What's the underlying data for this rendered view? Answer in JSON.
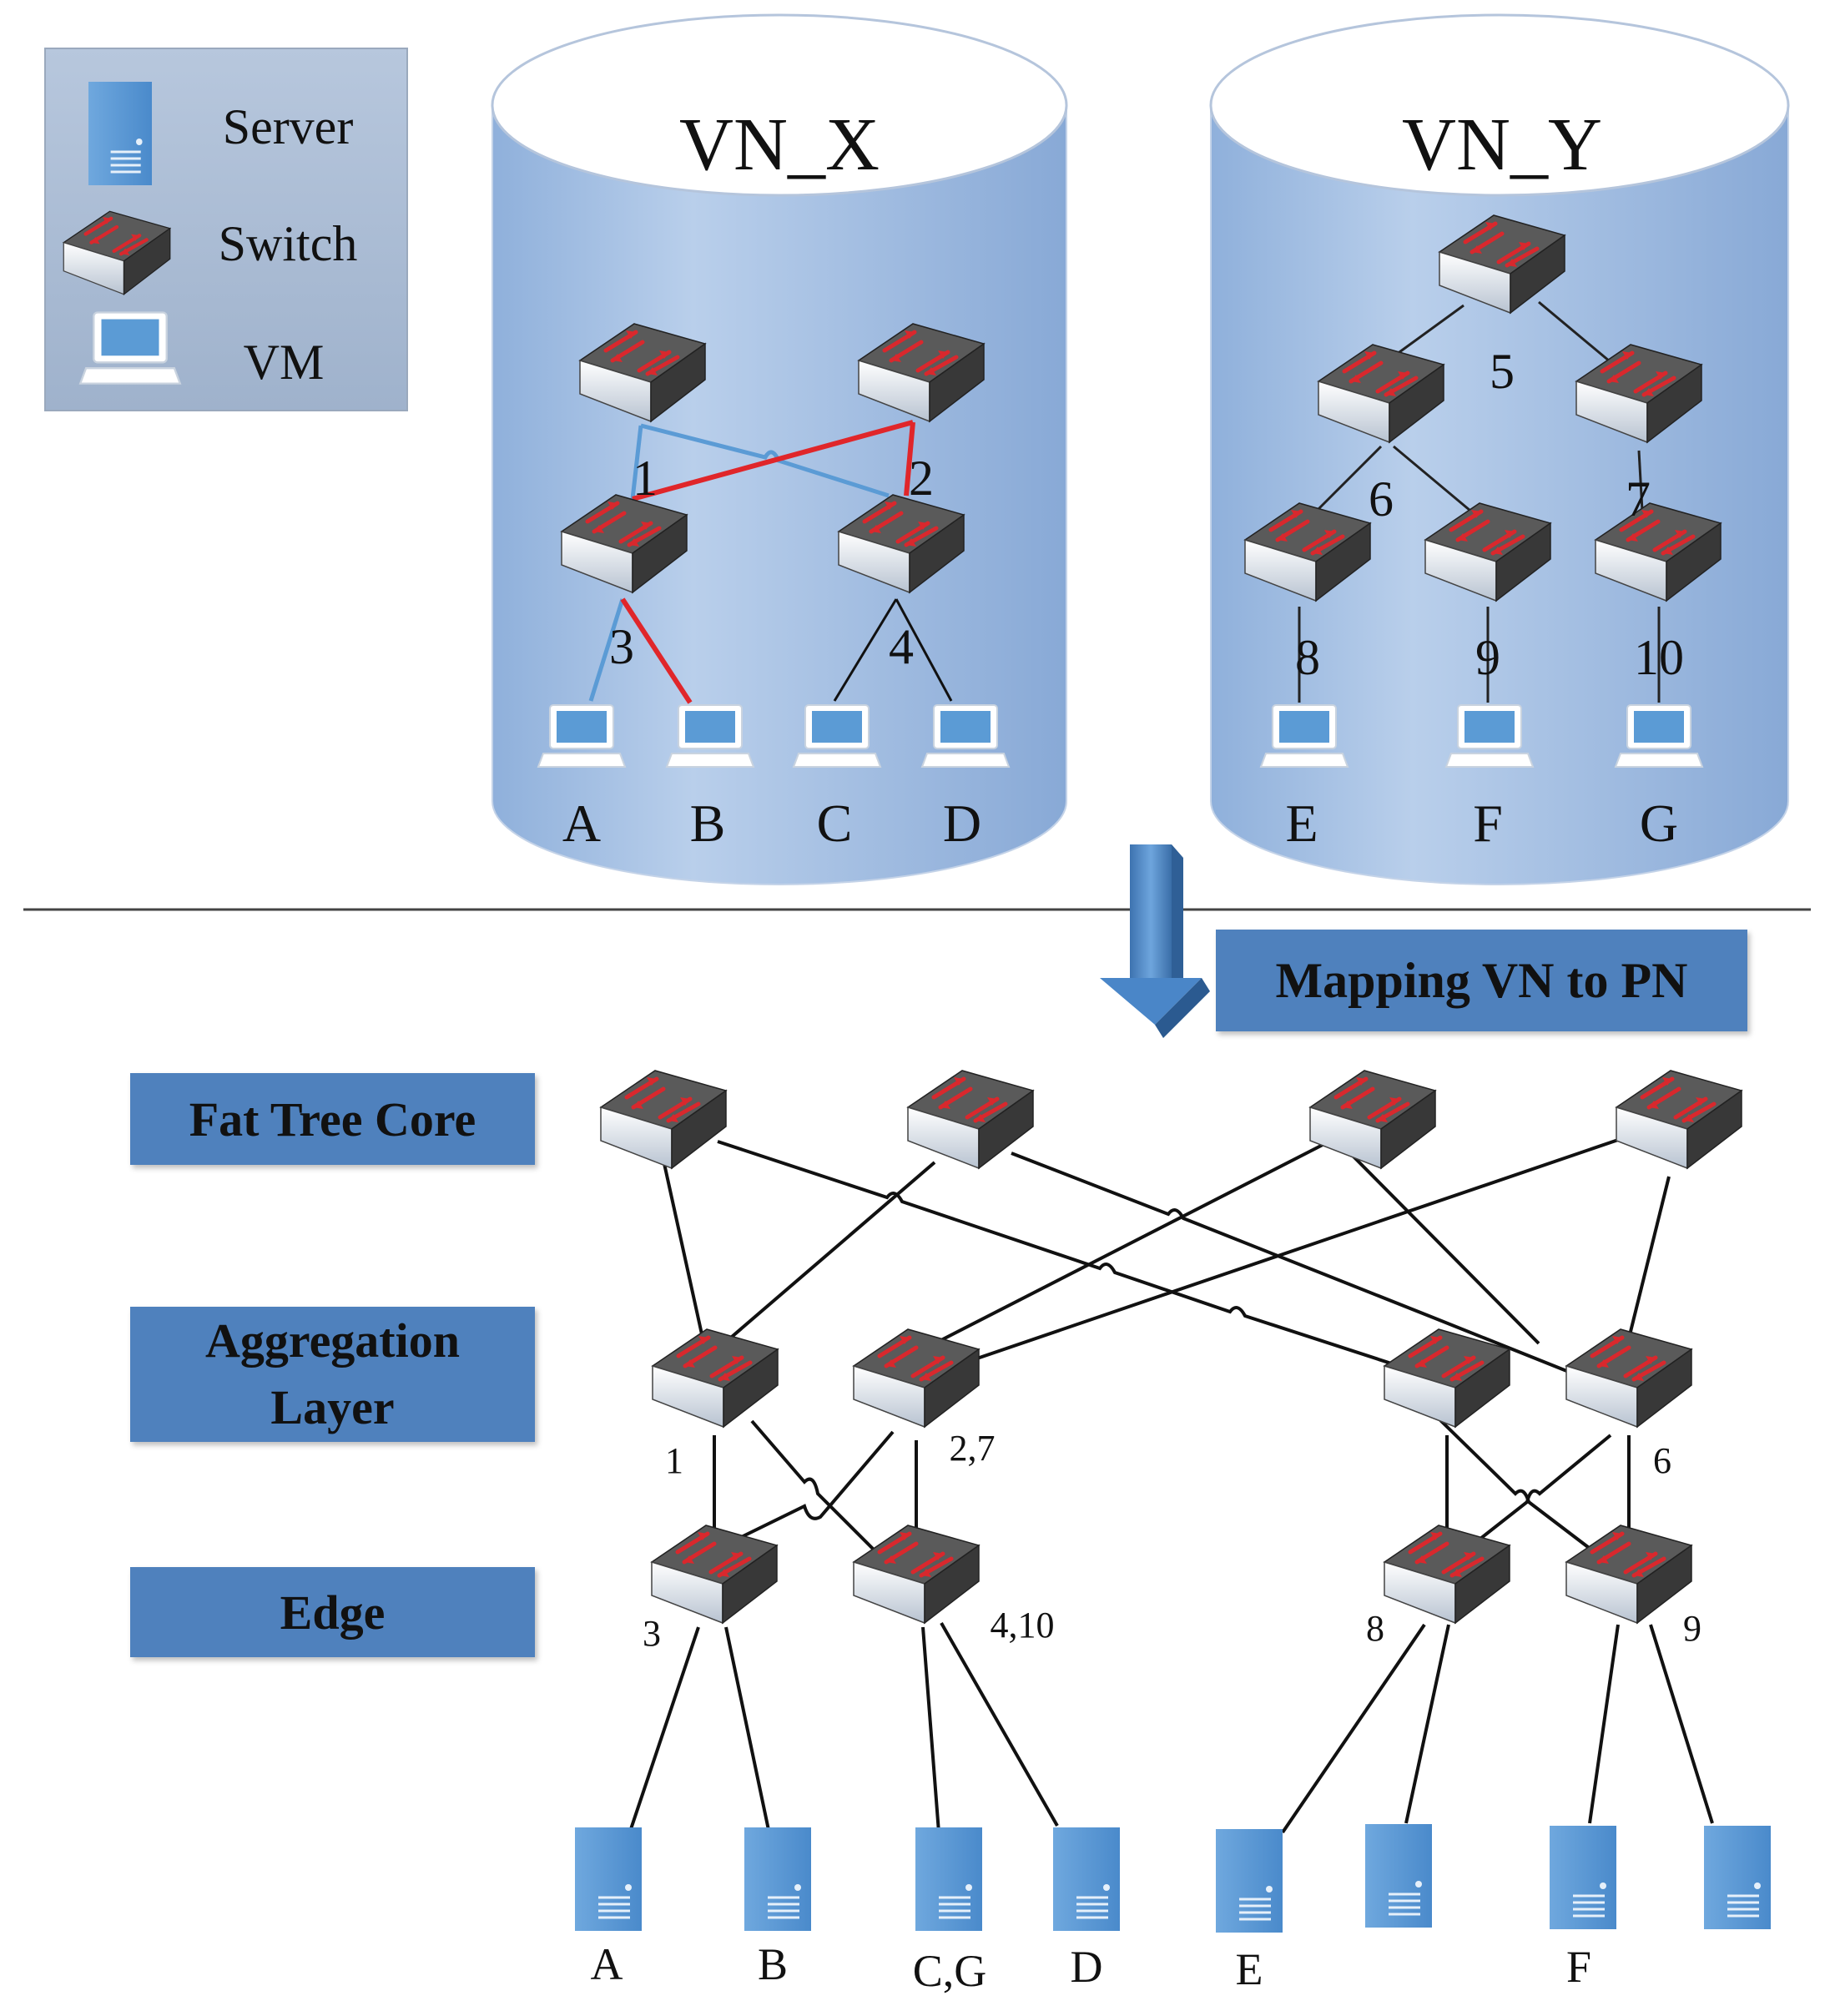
{
  "legend": [
    {
      "icon": "server-icon",
      "label": "Server"
    },
    {
      "icon": "switch-icon",
      "label": "Switch"
    },
    {
      "icon": "vm-icon",
      "label": "VM"
    }
  ],
  "vn_x": {
    "title": "VN_X",
    "link_labels": [
      "1",
      "2",
      "3",
      "4"
    ],
    "vm_labels": [
      "A",
      "B",
      "C",
      "D"
    ]
  },
  "vn_y": {
    "title": "VN_Y",
    "link_labels": [
      "5",
      "6",
      "7",
      "8",
      "9",
      "10"
    ],
    "vm_labels": [
      "E",
      "F",
      "G"
    ]
  },
  "mapping_label": "Mapping VN to PN",
  "layers": {
    "core": "Fat Tree Core",
    "aggregation": "Aggregation Layer",
    "edge": "Edge"
  },
  "pn": {
    "switch_labels": [
      "1",
      "2,7",
      "6",
      "3",
      "4,10",
      "8",
      "9"
    ],
    "server_labels": [
      "A",
      "B",
      "C,G",
      "D",
      "E",
      "F"
    ]
  },
  "colors": {
    "cylinder_top": "#dbe6f4",
    "cylinder_body": "#a8c2e4",
    "label_box": "#4f81bd",
    "vn_x_blue_path": "#5b9bd5",
    "vn_x_red_path": "#e0262a",
    "server_blue": "#5b9bd5"
  }
}
